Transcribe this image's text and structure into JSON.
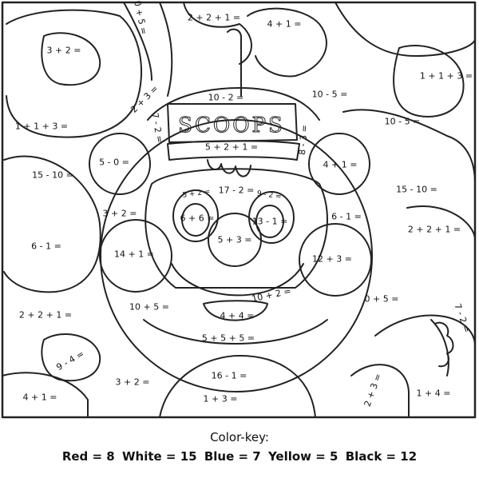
{
  "sign_text": "SCOOPS",
  "equations": [
    {
      "id": "eq-0-plus-5-top",
      "text": "0 + 5 ="
    },
    {
      "id": "eq-2-2-1-top",
      "text": "2 + 2 + 1 ="
    },
    {
      "id": "eq-4-1-top",
      "text": "4 + 1 ="
    },
    {
      "id": "eq-3-2-topleft",
      "text": "3 + 2 ="
    },
    {
      "id": "eq-1-1-3-right",
      "text": "1 + 1 + 3 ="
    },
    {
      "id": "eq-10-2-hat",
      "text": "10 - 2 ="
    },
    {
      "id": "eq-10-5-a",
      "text": "10 - 5 ="
    },
    {
      "id": "eq-2-3-top",
      "text": "2 + 3 ="
    },
    {
      "id": "eq-7-2-hat",
      "text": "7 - 2 ="
    },
    {
      "id": "eq-1-1-3-left",
      "text": "1 + 1 + 3 ="
    },
    {
      "id": "eq-10-5-b",
      "text": "10 - 5 ="
    },
    {
      "id": "eq-8-3",
      "text": "8 - 3 ="
    },
    {
      "id": "eq-5-2-1",
      "text": "5 + 2 + 1 ="
    },
    {
      "id": "eq-5-0",
      "text": "5 - 0 ="
    },
    {
      "id": "eq-15-10",
      "text": "15 - 10 ="
    },
    {
      "id": "eq-4-1-ball",
      "text": "4 + 1 ="
    },
    {
      "id": "eq-17-2",
      "text": "17 - 2 ="
    },
    {
      "id": "eq-5-2-eye",
      "text": "5 + 2 ="
    },
    {
      "id": "eq-9-2-eye",
      "text": "9 - 2 ="
    },
    {
      "id": "eq-15-10-right",
      "text": "15 - 10 ="
    },
    {
      "id": "eq-3-2-face",
      "text": "3 + 2 ="
    },
    {
      "id": "eq-6-6",
      "text": "6 + 6 ="
    },
    {
      "id": "eq-13-1",
      "text": "13 - 1 ="
    },
    {
      "id": "eq-6-1-face",
      "text": "6 - 1 ="
    },
    {
      "id": "eq-2-2-1-right",
      "text": "2 + 2 + 1 ="
    },
    {
      "id": "eq-6-1-left",
      "text": "6 - 1 ="
    },
    {
      "id": "eq-5-3",
      "text": "5 + 3 ="
    },
    {
      "id": "eq-14-1",
      "text": "14 + 1 ="
    },
    {
      "id": "eq-12-3",
      "text": "12 + 3 ="
    },
    {
      "id": "eq-10-2-mouth",
      "text": "10 + 2 ="
    },
    {
      "id": "eq-0-5-right",
      "text": "0 + 5 ="
    },
    {
      "id": "eq-10-5-chin",
      "text": "10 + 5 ="
    },
    {
      "id": "eq-2-2-1-left",
      "text": "2 + 2 + 1 ="
    },
    {
      "id": "eq-4-4",
      "text": "4 + 4 ="
    },
    {
      "id": "eq-7-2-right",
      "text": "7 - 2 ="
    },
    {
      "id": "eq-5-5-5",
      "text": "5 + 5 + 5 ="
    },
    {
      "id": "eq-9-4",
      "text": "9 - 4 ="
    },
    {
      "id": "eq-16-1",
      "text": "16 - 1 ="
    },
    {
      "id": "eq-3-2-bottom",
      "text": "3 + 2 ="
    },
    {
      "id": "eq-2-3-bottom",
      "text": "2 + 3 ="
    },
    {
      "id": "eq-4-1-bottom",
      "text": "4 + 1 ="
    },
    {
      "id": "eq-1-3",
      "text": "1 + 3 ="
    },
    {
      "id": "eq-1-4",
      "text": "1 + 4 ="
    }
  ],
  "color_key": {
    "title": "Color-key:",
    "entries": [
      {
        "label": "Red = 8"
      },
      {
        "label": "White = 15"
      },
      {
        "label": "Blue = 7"
      },
      {
        "label": "Yellow = 5"
      },
      {
        "label": "Black = 12"
      }
    ]
  }
}
